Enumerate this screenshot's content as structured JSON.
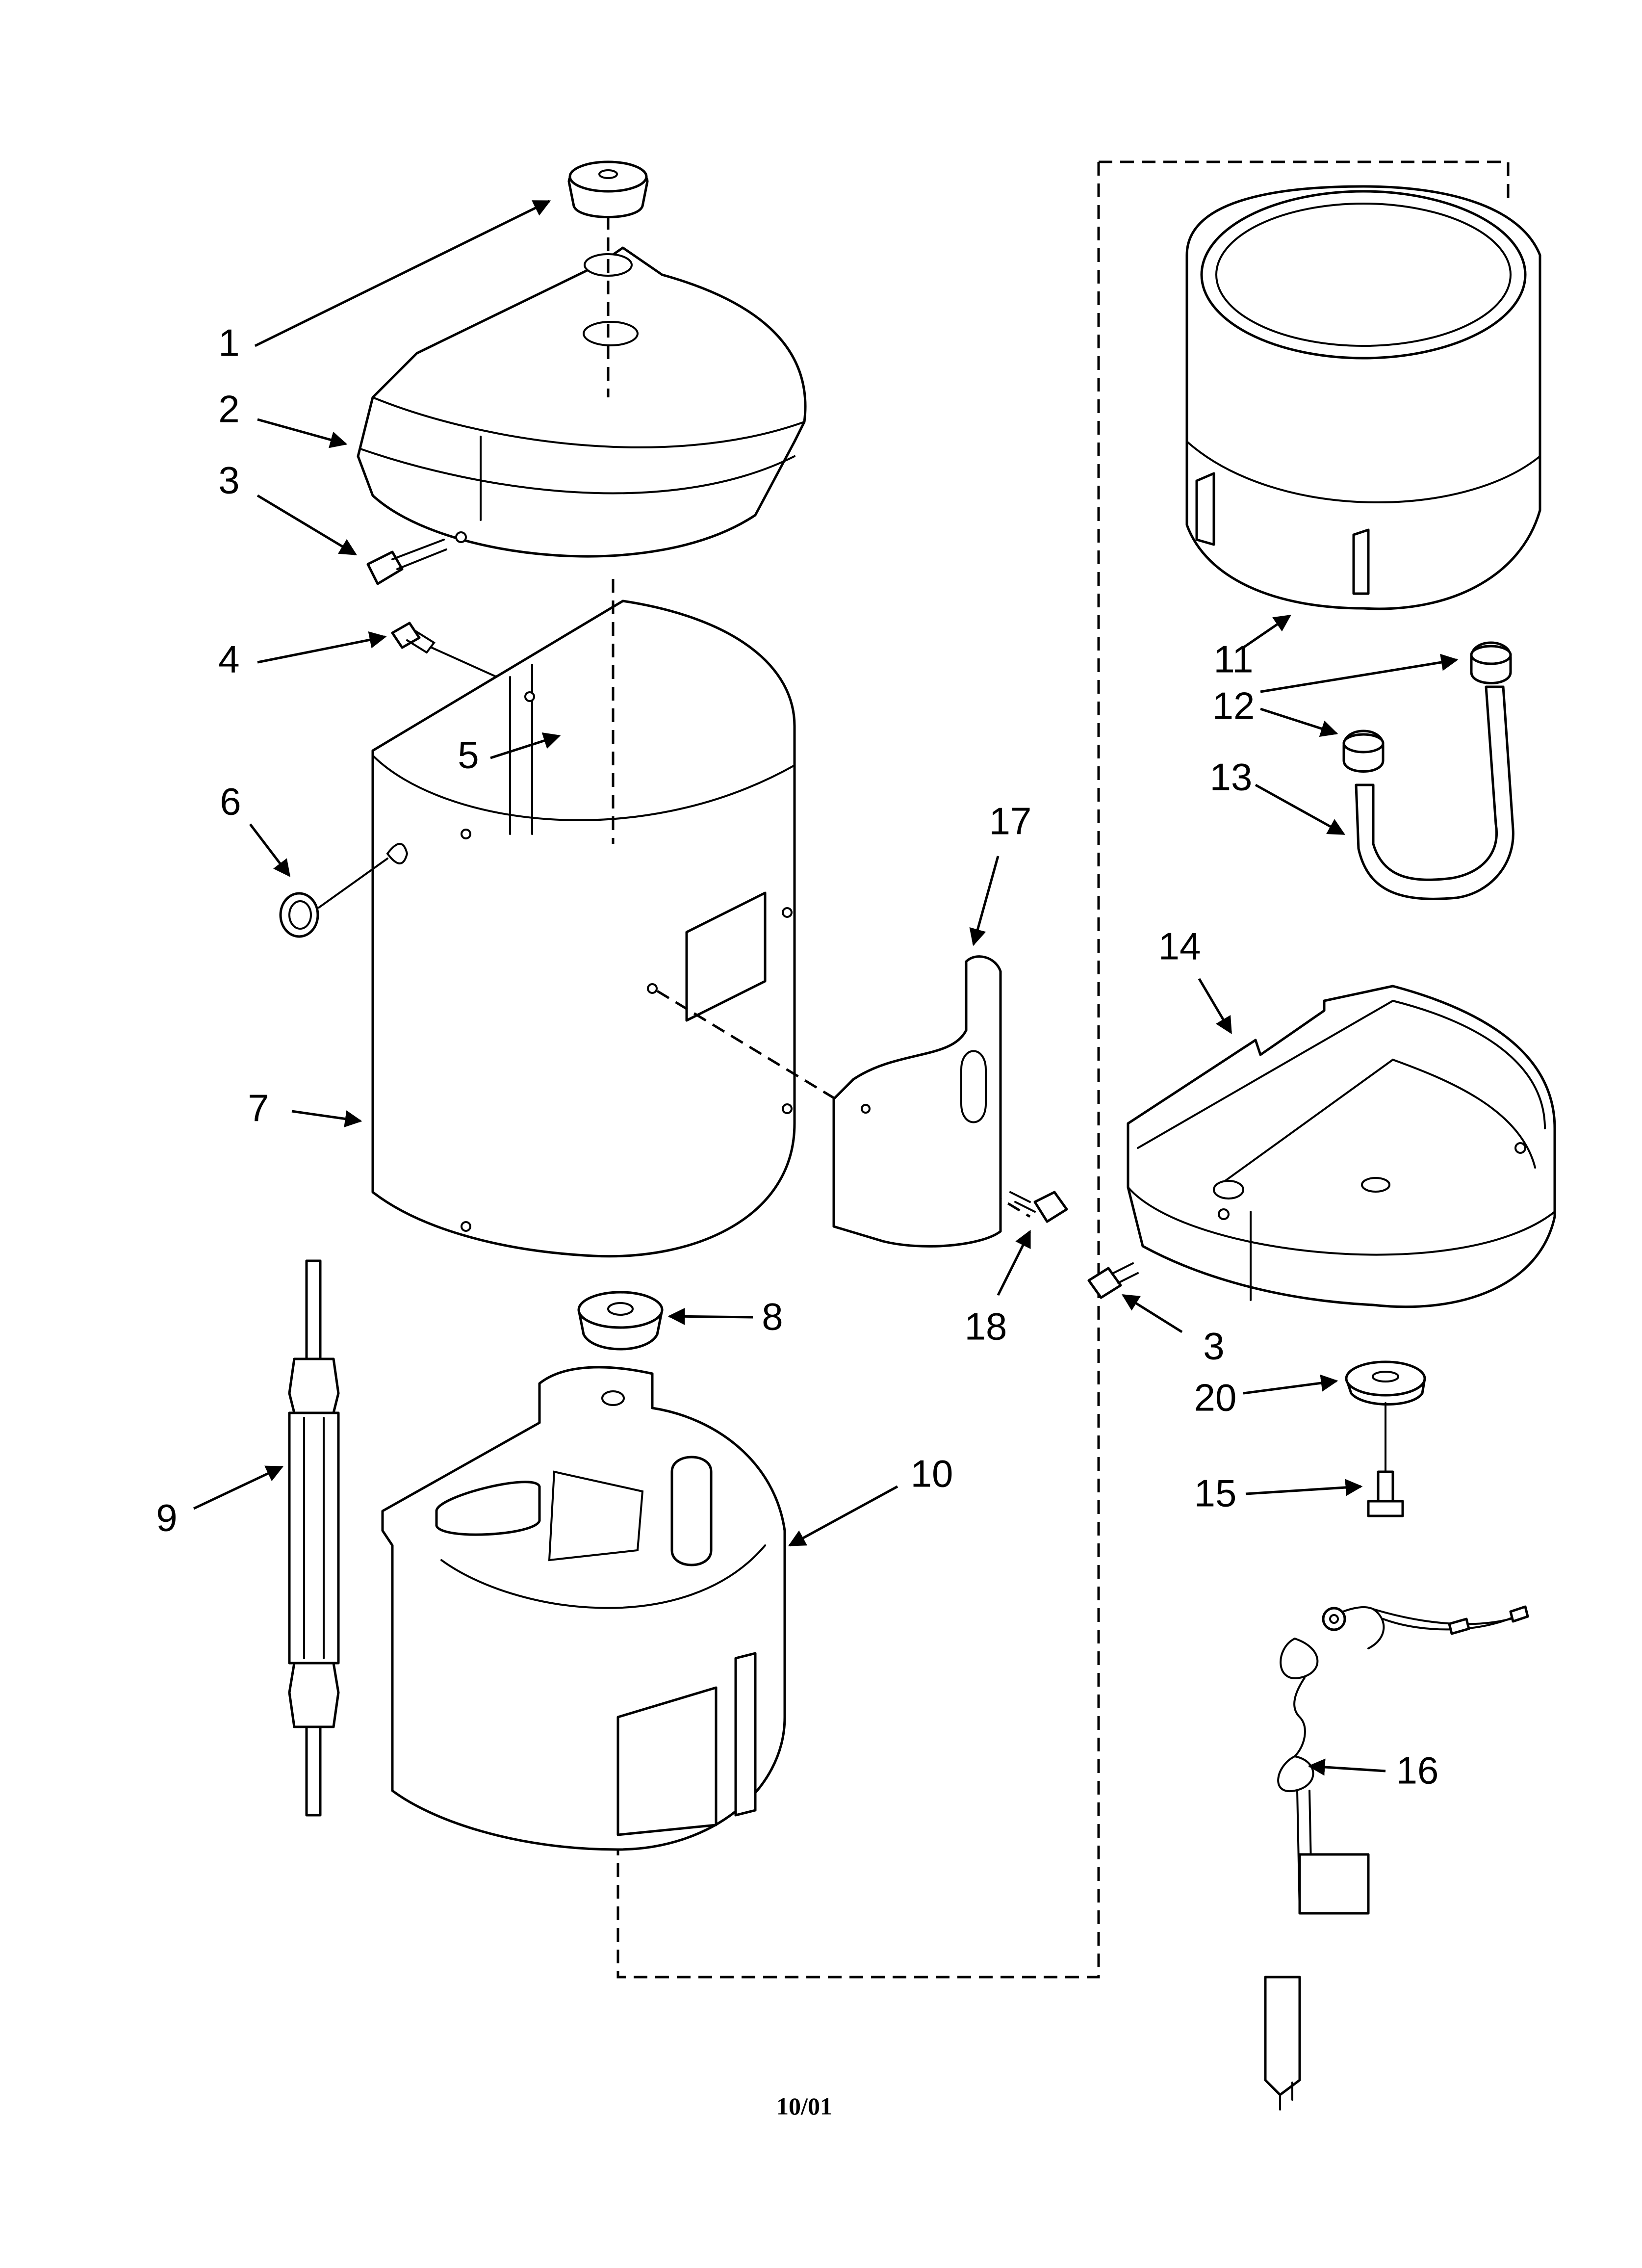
{
  "callouts": {
    "c1": "1",
    "c2": "2",
    "c3_left": "3",
    "c4": "4",
    "c5": "5",
    "c6": "6",
    "c7": "7",
    "c8": "8",
    "c9": "9",
    "c10": "10",
    "c11": "11",
    "c12": "12",
    "c13": "13",
    "c14": "14",
    "c15": "15",
    "c16": "16",
    "c17": "17",
    "c18": "18",
    "c3_right": "3",
    "c20": "20"
  },
  "footer": {
    "date_code": "10/01"
  }
}
